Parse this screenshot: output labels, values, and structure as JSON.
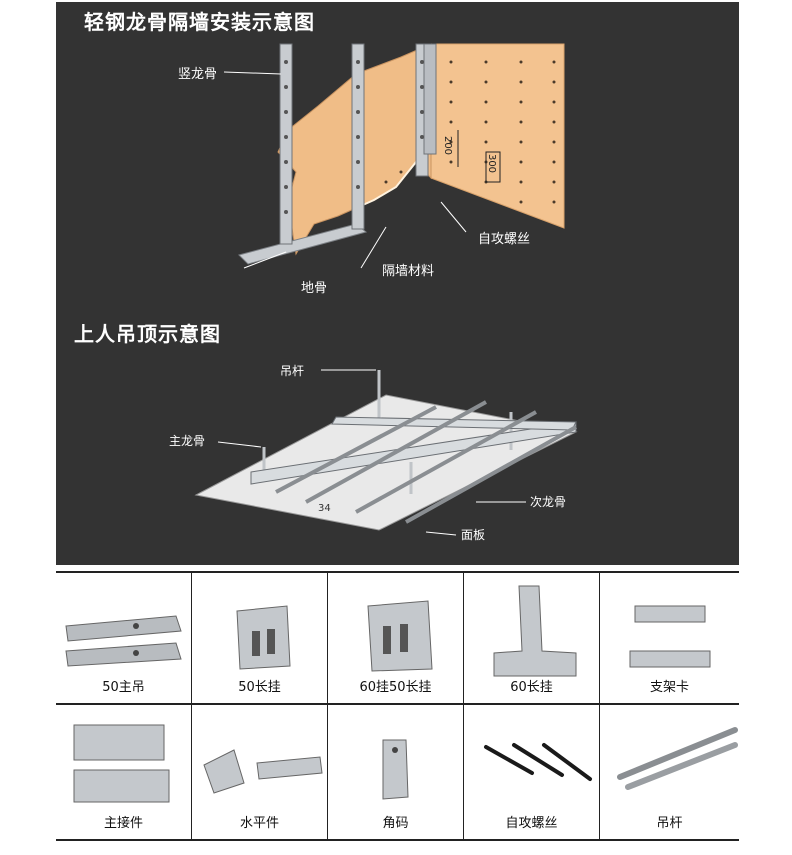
{
  "diagram1": {
    "title": "轻钢龙骨隔墙安装示意图",
    "labels": {
      "vertical_keel": "竖龙骨",
      "floor_keel": "地骨",
      "wall_material": "隔墙材料",
      "self_tapping_screw": "自攻螺丝",
      "dim_200": "200",
      "dim_300": "300"
    }
  },
  "diagram2": {
    "title": "上人吊顶示意图",
    "labels": {
      "hanger_rod": "吊杆",
      "main_keel": "主龙骨",
      "secondary_keel": "次龙骨",
      "panel": "面板",
      "num_34": "34"
    }
  },
  "parts": [
    {
      "name": "50主吊"
    },
    {
      "name": "50长挂"
    },
    {
      "name": "60挂50长挂"
    },
    {
      "name": "60长挂"
    },
    {
      "name": "支架卡"
    },
    {
      "name": "主接件"
    },
    {
      "name": "水平件"
    },
    {
      "name": "角码"
    },
    {
      "name": "自攻螺丝"
    },
    {
      "name": "吊杆"
    }
  ],
  "colors": {
    "background_dark": "#333333",
    "board": "#f3c390",
    "steel": "#c8ccd0",
    "text_light": "#ffffff"
  }
}
